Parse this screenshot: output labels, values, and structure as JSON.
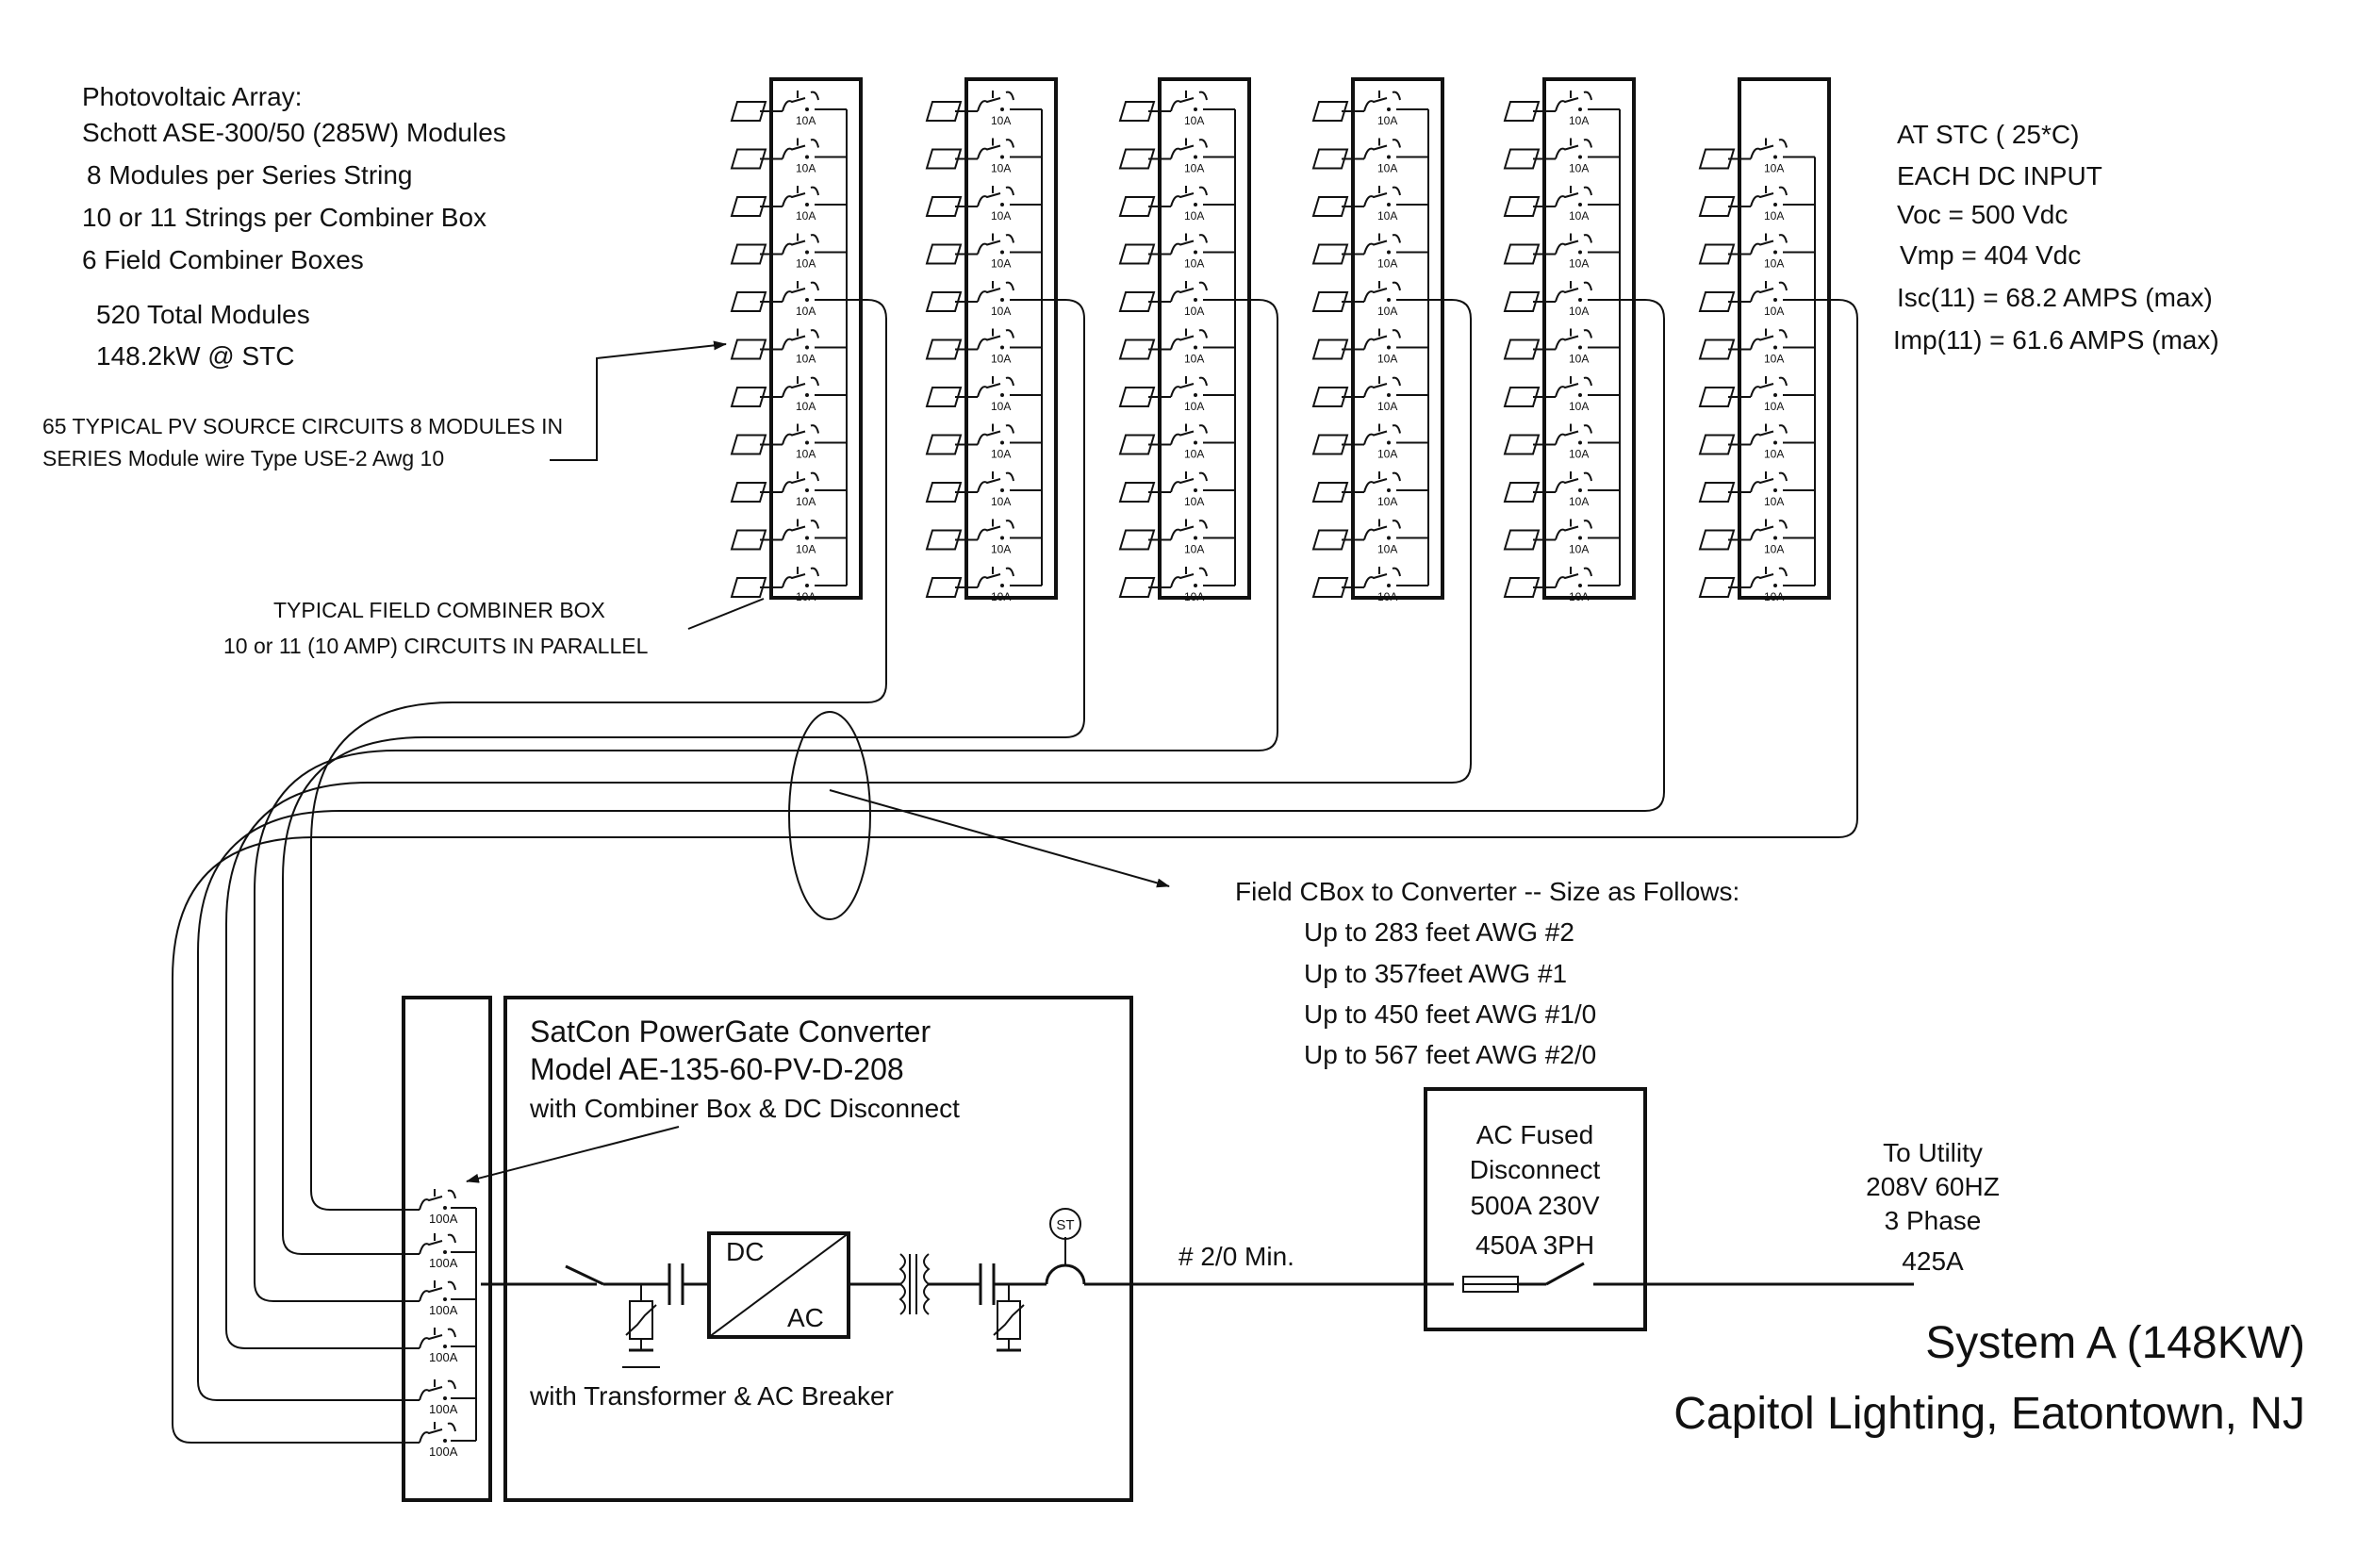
{
  "pv_array": {
    "title": "Photovoltaic Array:",
    "lines": [
      "Schott ASE-300/50 (285W) Modules",
      "8 Modules per Series String",
      "10 or 11 Strings per Combiner Box",
      "6 Field Combiner Boxes",
      "520 Total Modules",
      "148.2kW @ STC"
    ]
  },
  "source_circuits_note": [
    "65 TYPICAL PV SOURCE CIRCUITS 8 MODULES IN",
    "SERIES Module wire Type USE-2 Awg 10"
  ],
  "combiner_note": [
    "TYPICAL FIELD COMBINER BOX",
    "10 or 11 (10 AMP) CIRCUITS IN PARALLEL"
  ],
  "stc": {
    "lines": [
      "AT STC  ( 25*C)",
      "EACH DC INPUT",
      "Voc = 500 Vdc",
      "Vmp = 404 Vdc",
      "Isc(11) = 68.2 AMPS (max)",
      "Imp(11) = 61.6 AMPS (max)"
    ]
  },
  "wire_sizing": {
    "title": "Field CBox to Converter -- Size as Follows:",
    "lines": [
      "Up to 283 feet AWG #2",
      "Up to 357feet AWG #1",
      "Up to 450 feet AWG #1/0",
      "Up to 567 feet AWG #2/0"
    ]
  },
  "converter": {
    "lines": [
      "SatCon PowerGate Converter",
      "Model AE-135-60-PV-D-208",
      "with Combiner Box & DC Disconnect"
    ],
    "bottom_note": "with Transformer & AC Breaker",
    "dc_label": "DC",
    "ac_label": "AC",
    "st_label": "ST"
  },
  "combiner_boxes": {
    "fuse_label": "10A",
    "count": 6,
    "fuses_per_box": [
      11,
      11,
      11,
      11,
      11,
      10
    ]
  },
  "converter_combiner": {
    "fuse_label": "100A",
    "count": 6
  },
  "output_wire_label": "# 2/0 Min.",
  "ac_disconnect": {
    "lines": [
      "AC Fused",
      "Disconnect",
      "500A 230V",
      "450A 3PH"
    ]
  },
  "utility": {
    "lines": [
      "To Utility",
      "208V 60HZ",
      "3 Phase",
      "425A"
    ]
  },
  "system_title": "System A (148KW)",
  "location": "Capitol Lighting, Eatontown, NJ"
}
